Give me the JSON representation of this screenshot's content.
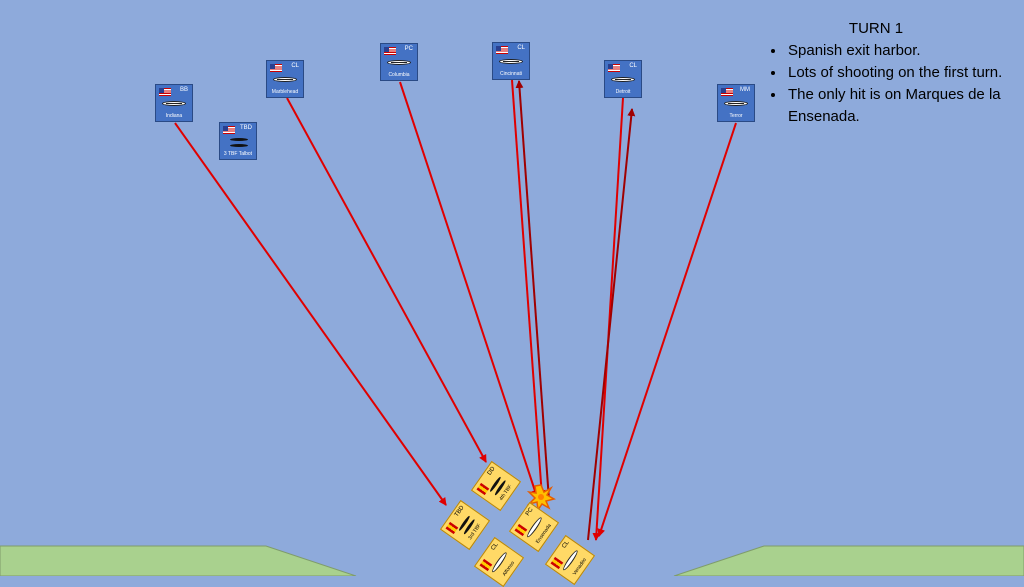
{
  "notes": {
    "title": "TURN 1",
    "bullets": [
      "Spanish exit harbor.",
      "Lots of shooting on the first turn.",
      "The only hit is on Marques de la Ensenada."
    ]
  },
  "colors": {
    "sea": "#8eaadb",
    "land": "#a9d18e",
    "us_counter": "#4472c4",
    "spanish_counter": "#ffd966",
    "shot_arrow": "#e00000",
    "return_arrow": "#a00000",
    "hit_marker": "#ffc000"
  },
  "us_units": [
    {
      "id": "indiana",
      "type": "BB",
      "name": "Indiana",
      "icon": "battleship-icon"
    },
    {
      "id": "talbot",
      "type": "TBD",
      "name": "3 TBF Talbot",
      "icon": "torpedo-boats-icon"
    },
    {
      "id": "marblehead",
      "type": "CL",
      "name": "Marblehead",
      "icon": "cruiser-icon"
    },
    {
      "id": "columbia",
      "type": "PC",
      "name": "Columbia",
      "icon": "cruiser-icon"
    },
    {
      "id": "cincinnati",
      "type": "CL",
      "name": "Cincinnati",
      "icon": "cruiser-icon"
    },
    {
      "id": "detroit",
      "type": "CL",
      "name": "Detroit",
      "icon": "cruiser-icon"
    },
    {
      "id": "terror",
      "type": "MM",
      "name": "Terror",
      "icon": "monitor-icon"
    }
  ],
  "spanish_units": [
    {
      "id": "tbf4",
      "type": "DD",
      "name": "4th TBF",
      "icon": "torpedo-boats-icon"
    },
    {
      "id": "tbf3",
      "type": "TBD",
      "name": "3rd TBF",
      "icon": "torpedo-boats-icon"
    },
    {
      "id": "ensenada",
      "type": "PC",
      "name": "Ensenada",
      "icon": "cruiser-icon"
    },
    {
      "id": "alfonso",
      "type": "CL",
      "name": "Alfonso",
      "icon": "cruiser-icon"
    },
    {
      "id": "venadito",
      "type": "CL",
      "name": "Venadito",
      "icon": "cruiser-icon"
    }
  ],
  "shots": [
    {
      "from": "Indiana",
      "to": "3rd TBF"
    },
    {
      "from": "Marblehead",
      "to": "4th TBF"
    },
    {
      "from": "Columbia",
      "to": "Ensenada"
    },
    {
      "from": "Cincinnati",
      "to": "Ensenada"
    },
    {
      "from": "Ensenada",
      "to": "Cincinnati"
    },
    {
      "from": "Detroit",
      "to": "Venadito"
    },
    {
      "from": "Venadito",
      "to": "Detroit"
    },
    {
      "from": "Terror",
      "to": "Venadito"
    }
  ],
  "hit": {
    "target": "Ensenada",
    "icon": "explosion-icon"
  }
}
